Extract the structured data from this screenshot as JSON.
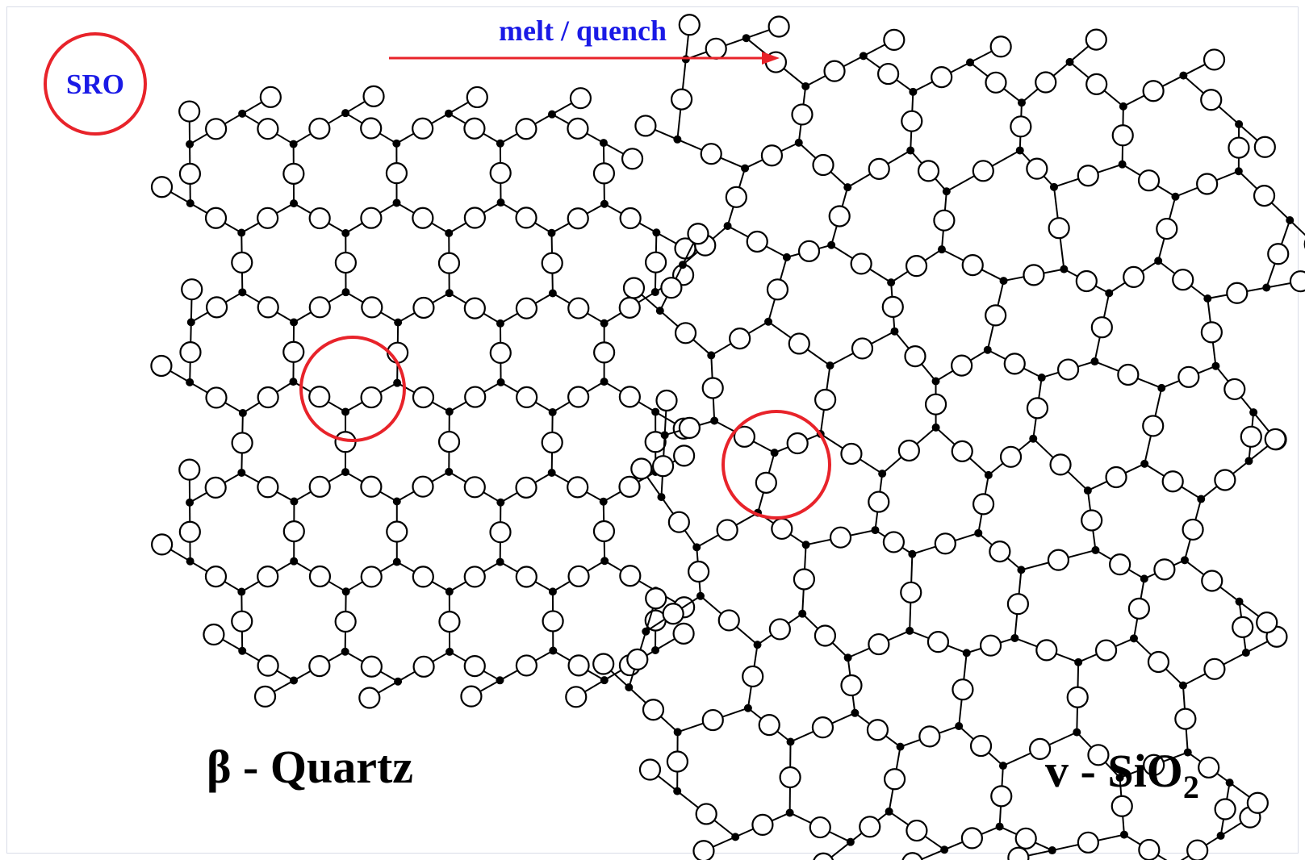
{
  "labels": {
    "sro": "SRO",
    "process": "melt / quench",
    "left_structure": "β - Quartz",
    "right_structure_main": "v - SiO",
    "right_structure_sub": "2"
  },
  "colors": {
    "highlight_circle": "#e8232a",
    "arrow": "#e8232a",
    "label_blue": "#1a1ae6",
    "label_black": "#000000",
    "atom_outline": "#000000",
    "background": "#ffffff"
  }
}
